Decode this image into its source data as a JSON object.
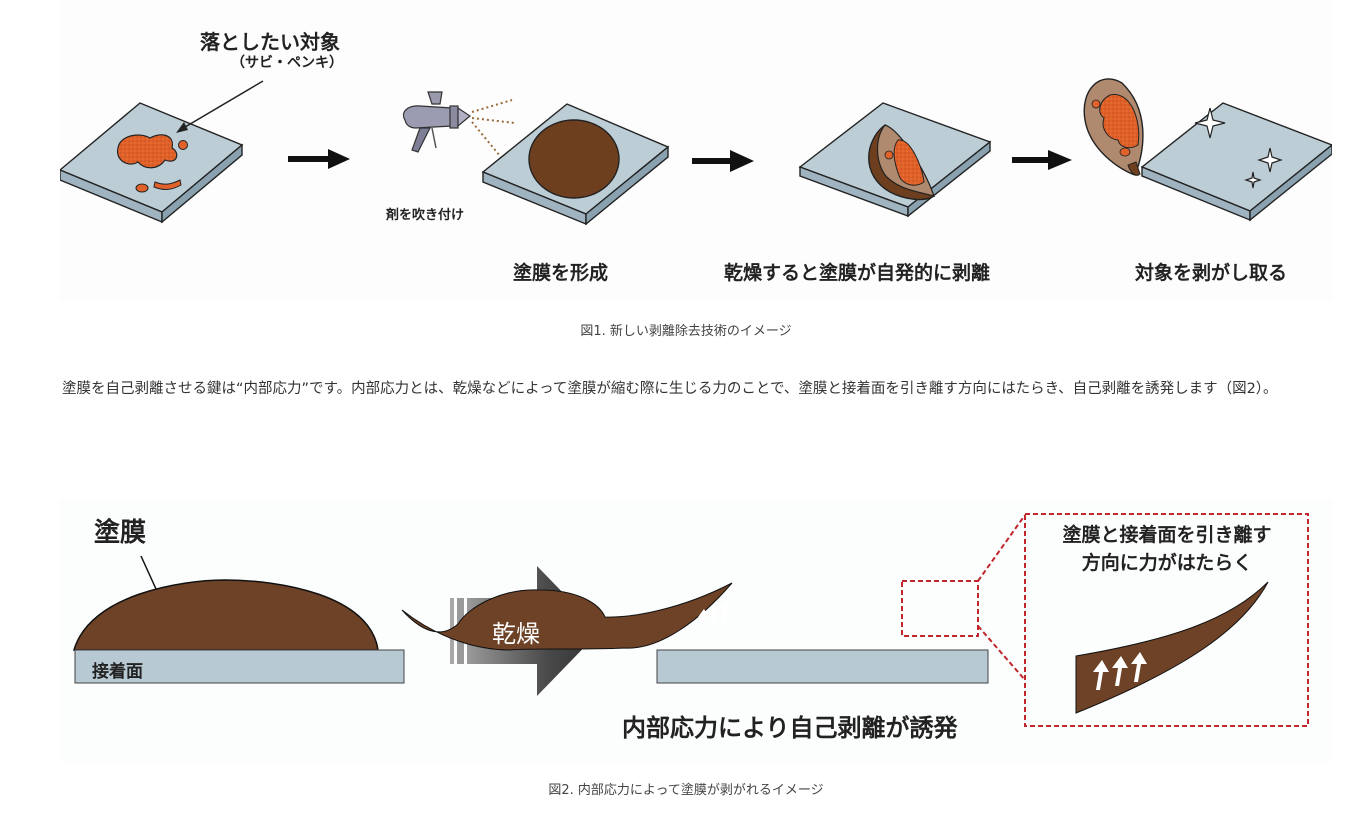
{
  "figure1": {
    "target_label": "落としたい対象",
    "target_sub": "（サビ・ペンキ）",
    "spray_label": "剤を吹き付け",
    "steps": [
      "塗膜を形成",
      "乾燥すると塗膜が自発的に剥離",
      "対象を剥がし取る"
    ],
    "caption": "図1. 新しい剥離除去技術のイメージ"
  },
  "paragraph": {
    "text": "塗膜を自己剥離させる鍵は“内部応力”です。内部応力とは、乾燥などによって塗膜が縮む際に生じる力のことで、塗膜と接着面を引き離す方向にはたらき、自己剥離を誘発します（図2）。"
  },
  "figure2": {
    "coating_label": "塗膜",
    "surface_label": "接着面",
    "arrow_label": "乾燥",
    "result_label": "内部応力により自己剥離が誘発",
    "zoom_label_line1": "塗膜と接着面を引き離す",
    "zoom_label_line2": "方向に力がはたらく",
    "caption": "図2. 内部応力によって塗膜が剥がれるイメージ"
  },
  "colors": {
    "plate": "#b9cbd5",
    "coating": "#6b3f22",
    "rust": "#e0622a",
    "peel_light": "#b08a6e",
    "zoom_box": "#c0262c"
  }
}
